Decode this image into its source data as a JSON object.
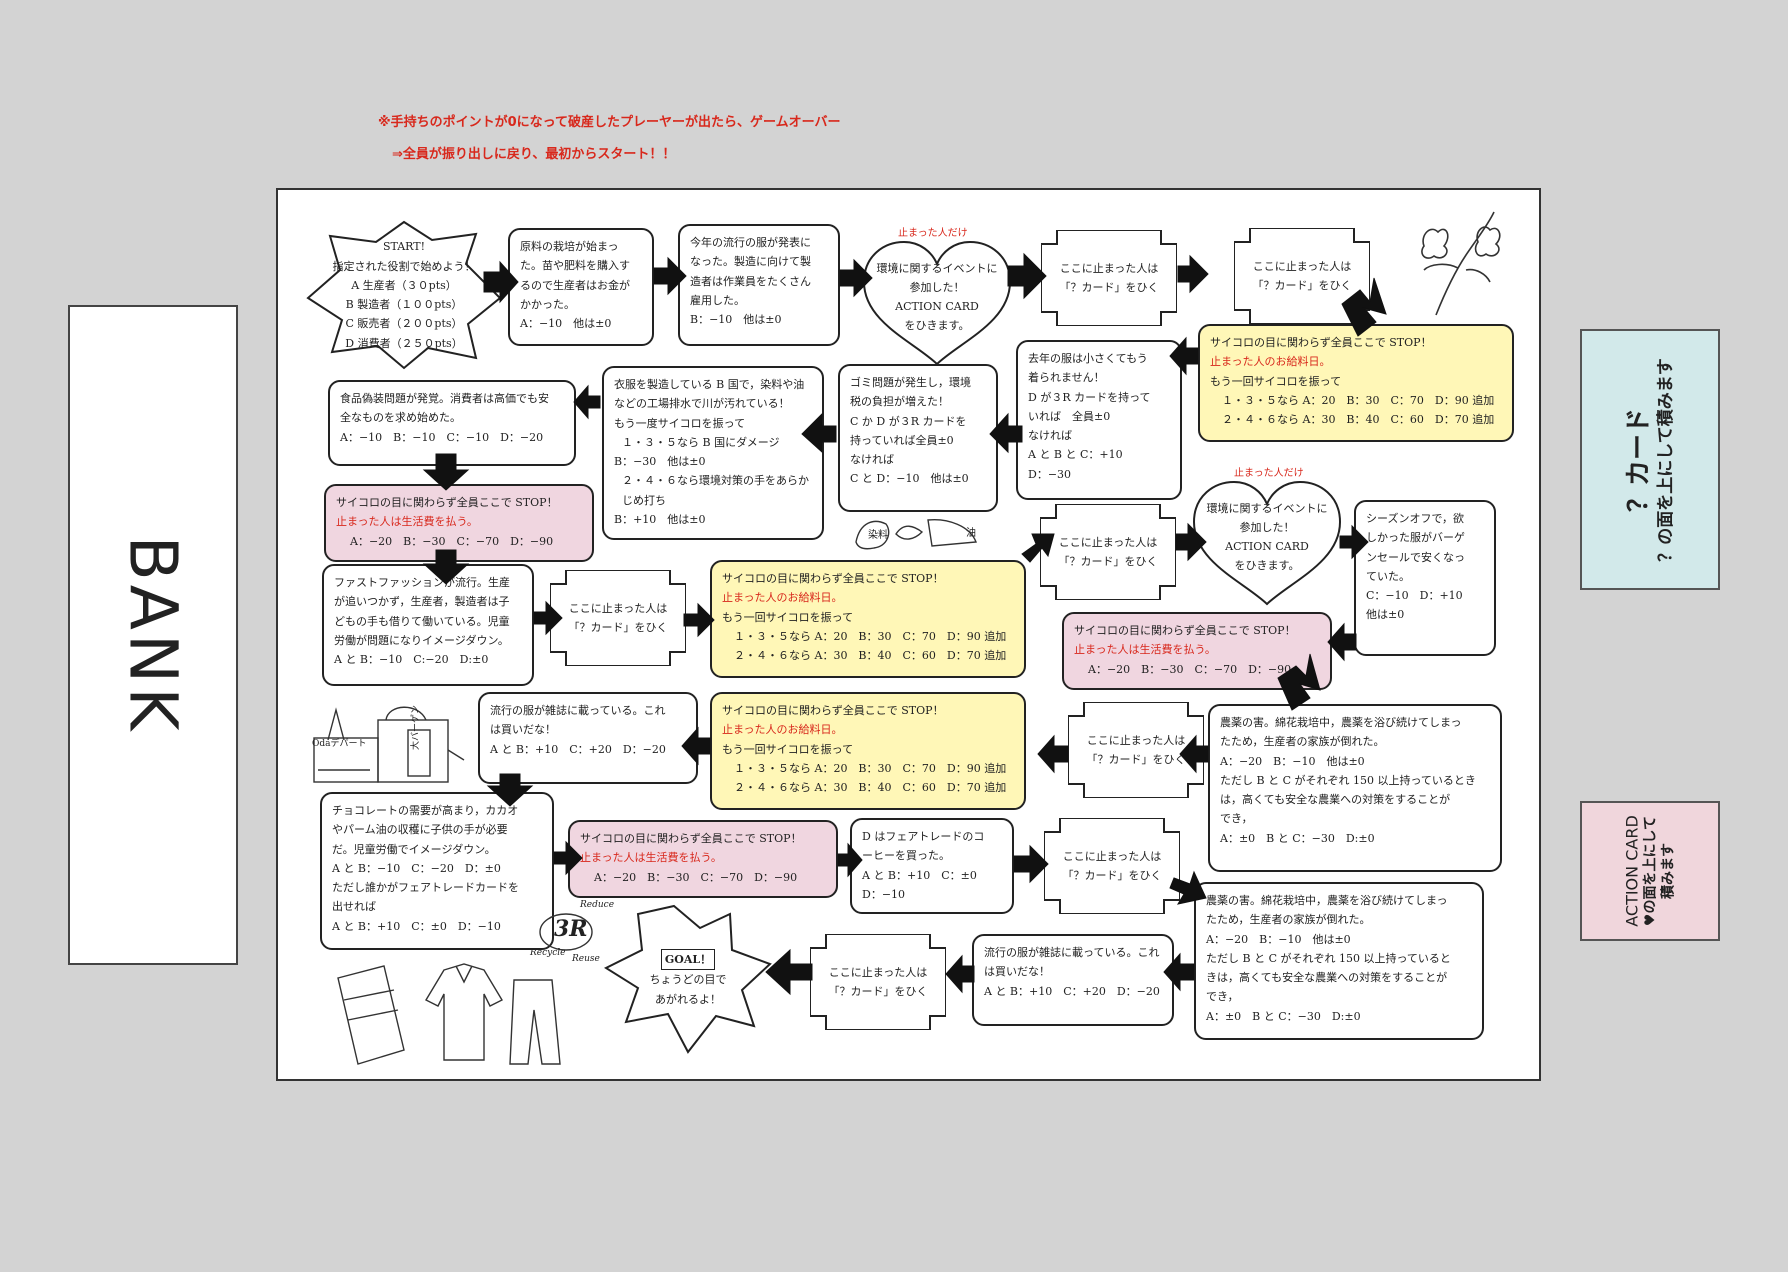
{
  "notice": {
    "line1": "※手持ちのポイントが0になって破産したプレーヤーが出たら、ゲームオーバー",
    "line2": "⇒全員が振り出しに戻り、最初からスタート！！"
  },
  "bank": {
    "label": "BANK"
  },
  "deck_question": {
    "title": "？カード",
    "sub": "？の面を上にして積みます",
    "color": "#d2e9ea"
  },
  "deck_action": {
    "title": "ACTION CARD",
    "sub1": "♥の面を上にして",
    "sub2": "積みます",
    "color": "#f0d6dc"
  },
  "colors": {
    "yellow": "#fff7b7",
    "pink": "#f0d6e0",
    "red": "#d8281c"
  },
  "start": {
    "title": "START!",
    "sub": "指定された役割で始めよう！",
    "roles": [
      "A 生産者（３０pts）",
      "B 製造者（１００pts）",
      "C 販売者（２００pts）",
      "D 消費者（２５０pts）"
    ]
  },
  "goal": {
    "title": "GOAL！",
    "line1": "ちょうどの目で",
    "line2": "あがれるよ！"
  },
  "question_square": {
    "line1": "ここに止まった人は",
    "line2": "「？カード」をひく"
  },
  "action_square": {
    "note": "止まった人だけ",
    "line1": "環境に関するイベントに",
    "line2": "参加した！",
    "line3": "ACTION CARD",
    "line4": "をひきます。"
  },
  "stop_salary": {
    "line1": "サイコロの目に関わらず全員ここで STOP！",
    "line2": "止まった人のお給料日。",
    "line3": "もう一回サイコロを振って",
    "line4": "１・３・５なら A：20　B：30　C：70　D：90 追加",
    "line5": "２・４・６なら A：30　B：40　C：60　D：70 追加"
  },
  "stop_living": {
    "line1": "サイコロの目に関わらず全員ここで STOP！",
    "line2": "止まった人は生活費を払う。",
    "line3": "A：−20　B：−30　C：−70　D：−90"
  },
  "squares": {
    "s1": [
      "原料の栽培が始まっ",
      "た。苗や肥料を購入す",
      "るので生産者はお金が",
      "かかった。",
      "A：−10　他は±0"
    ],
    "s2": [
      "今年の流行の服が発表に",
      "なった。製造に向けて製",
      "造者は作業員をたくさん",
      "雇用した。",
      "B：−10　他は±0"
    ],
    "s_clothes": [
      "去年の服は小さくてもう",
      "着られません！",
      "D が３R カードを持って",
      "いれば　全員±0",
      "なければ",
      "A と B と C：+10",
      "D：−30"
    ],
    "s_garbage": [
      "ゴミ問題が発生し，環境",
      "税の負担が増えた！",
      "C か D が３R カードを",
      "持っていれば全員±0",
      "なければ",
      "C と D：−10　他は±0"
    ],
    "s_dye": [
      "衣服を製造している B 国で，染料や油",
      "などの工場排水で川が汚れている！",
      "もう一度サイコロを振って",
      "１・３・５なら B 国にダメージ",
      "B：−30　他は±0",
      "２・４・６なら環境対策の手をあらかじめ打ち",
      "B：+10　他は±0"
    ],
    "s_food": [
      "食品偽装問題が発覚。消費者は高価でも安",
      "全なものを求め始めた。",
      "A：−10　B：−10　C：−10　D：−20"
    ],
    "s_season": [
      "シーズンオフで，欲",
      "しかった服がバーゲ",
      "ンセールで安くなっ",
      "ていた。",
      "C：−10　D：+10",
      "他は±0"
    ],
    "s_fast": [
      "ファストファッションが流行。生産",
      "が追いつかず，生産者，製造者は子",
      "どもの手も借りて働いている。児童",
      "労働が問題になりイメージダウン。",
      "A と B：−10　C:−20　D:±0"
    ],
    "s_magazine": [
      "流行の服が雑誌に載っている。これ",
      "は買いだな！",
      "A と B：+10　C：+20　D：−20"
    ],
    "s_pest": [
      "農薬の害。綿花栽培中，農薬を浴び続けてしまっ",
      "たため，生産者の家族が倒れた。",
      "A：−20　B：−10　他は±0",
      "ただし B と C がそれぞれ 150 以上持っているとき",
      "は，高くても安全な農業への対策をすることが",
      "でき，",
      "A：±0　B と C：−30　D:±0"
    ],
    "s_choco": [
      "チョコレートの需要が高まり，カカオ",
      "やパーム油の収穫に子供の手が必要",
      "だ。児童労働でイメージダウン。",
      "A と B：−10　C：−20　D：±0",
      "ただし誰かがフェアトレードカードを",
      "出せれば",
      "A と B：+10　C：±0　D：−10"
    ],
    "s_fair": [
      "D はフェアトレードのコ",
      "ーヒーを買った。",
      "A と B：+10　C：±0",
      "D：−10"
    ],
    "s_pest2": [
      "農薬の害。綿花栽培中，農薬を浴び続けてしまっ",
      "たため，生産者の家族が倒れた。",
      "A：−20　B：−10　他は±0",
      "ただし B と C がそれぞれ 150 以上持っていると",
      "きは，高くても安全な農業への対策をすることが",
      "でき，",
      "A：±0　B と C：−30　D:±0"
    ],
    "s_magazine2": [
      "流行の服が雑誌に載っている。これ",
      "は買いだな！",
      "A と B：+10　C：+20　D：−20"
    ]
  },
  "sketch": {
    "dye_labels": [
      "染料",
      "油"
    ],
    "store_sign": "Odaデパート",
    "store_name": "大バーゲン",
    "r3": "3R",
    "reduce": "Reduce",
    "recycle": "Recycle",
    "reuse": "Reuse"
  }
}
